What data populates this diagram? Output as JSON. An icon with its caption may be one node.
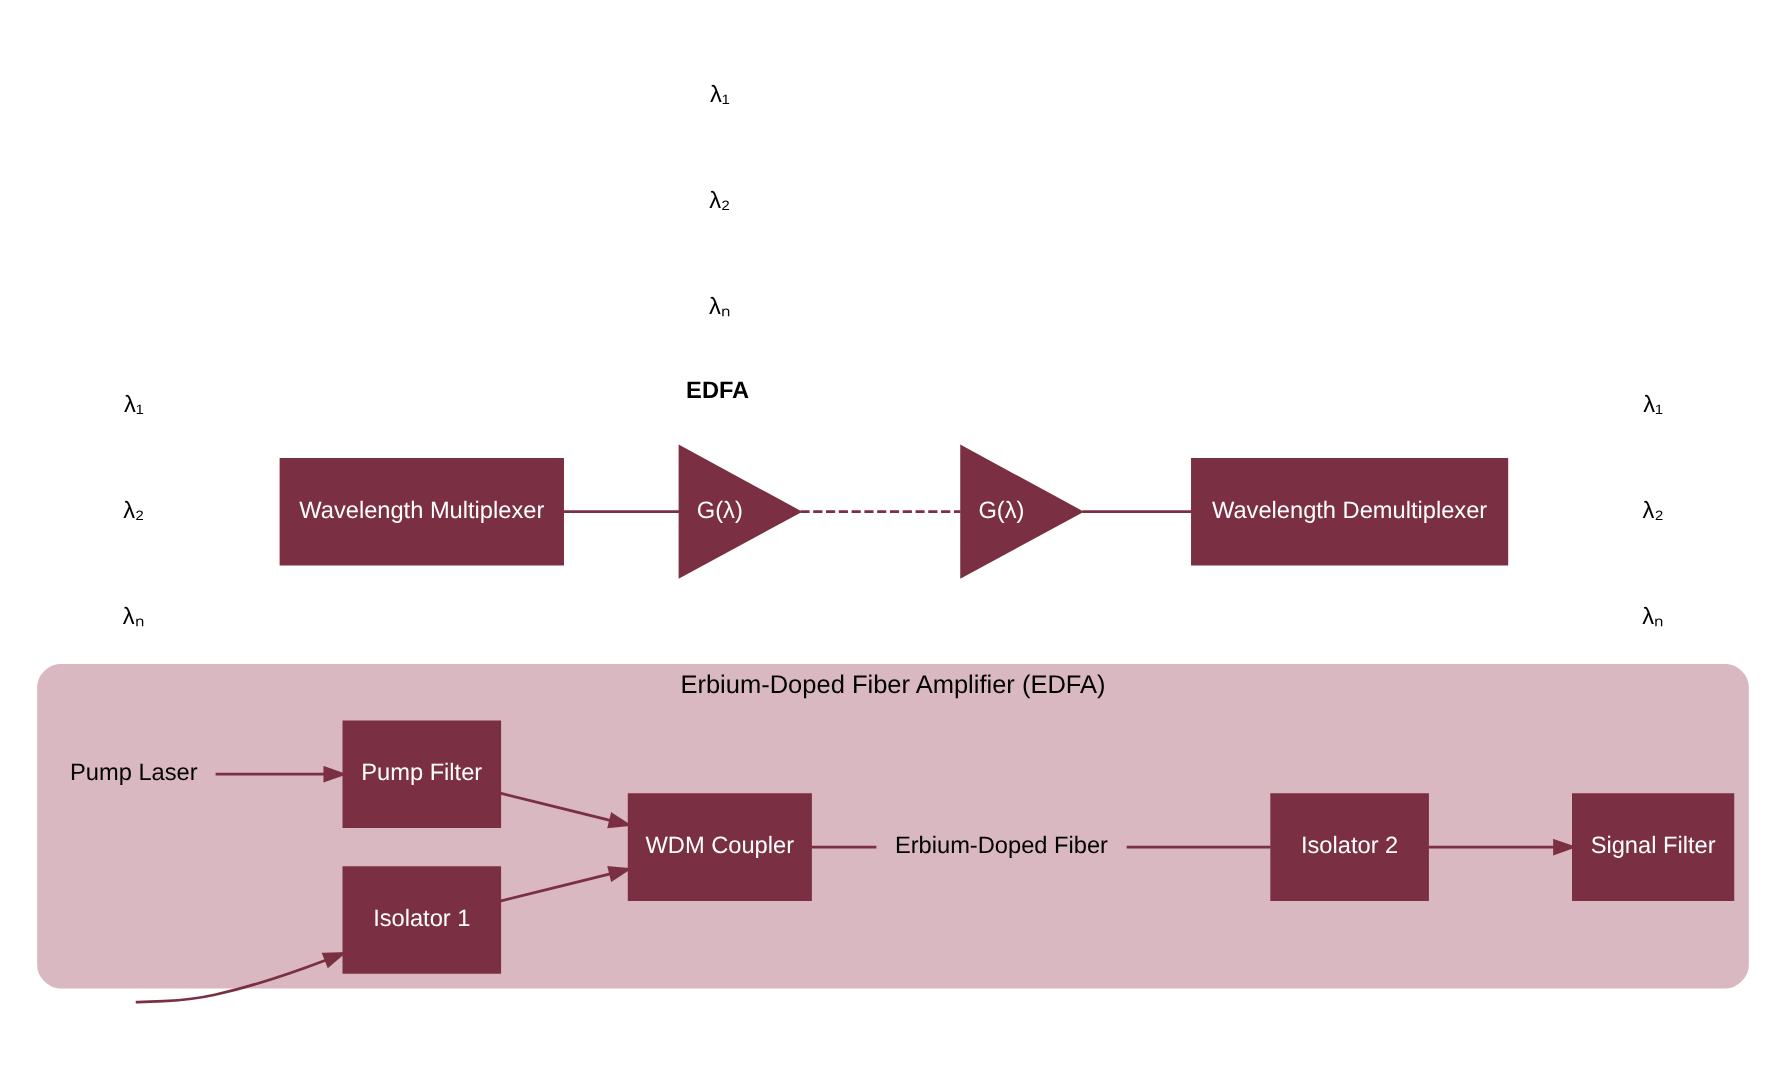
{
  "diagram": {
    "nodes": [
      {
        "text": [
          "Erbium-Doped Fiber Amplifier (EDFA)"
        ]
      },
      {
        "text": [
          "Pump Laser"
        ],
        "in": 0
      },
      {
        "text": [
          "Pump Filter"
        ],
        "in": 0
      },
      {
        "text": [
          "Isolator 1"
        ],
        "in": 0
      },
      {
        "text": [
          "WDM Coupler"
        ],
        "in": 0
      },
      {
        "text": [
          "Erbium-Doped Fiber"
        ],
        "in": 0
      },
      {
        "text": [
          "Isolator 2"
        ],
        "in": 0
      },
      {
        "text": [
          "Signal Filter"
        ],
        "in": 0
      },
      {
        "text": [
          "Wavelength Multiplexer"
        ]
      },
      {
        "text": [
          "G(λ)"
        ],
        "beside": [
          "EDFA"
        ]
      },
      {
        "text": [
          "G(λ)"
        ]
      },
      {
        "text": [
          "Wavelength Demultiplexer"
        ]
      }
    ],
    "edges": [
      {
        "from": 1,
        "to": 2,
        "arrow": "to"
      },
      {
        "from": null,
        "to": 3,
        "arrow": "to"
      },
      {
        "from": 2,
        "to": 4,
        "arrow": "to"
      },
      {
        "from": 3,
        "to": 4,
        "arrow": "to"
      },
      {
        "from": 4,
        "to": 5,
        "arrow": "none"
      },
      {
        "from": 5,
        "to": 6,
        "arrow": "none"
      },
      {
        "from": 6,
        "to": 7,
        "arrow": "to"
      },
      {
        "from": 8,
        "to": 9,
        "arrow": "none"
      },
      {
        "from": 9,
        "to": 10,
        "arrow": "none",
        "style": "dashed"
      },
      {
        "from": 10,
        "to": 11,
        "arrow": "none"
      }
    ],
    "labels": [
      "λ₁",
      "λ₂",
      "λₙ",
      "λ₁",
      "λ₂",
      "λₙ",
      "λ₁",
      "λ₂",
      "λₙ"
    ]
  }
}
